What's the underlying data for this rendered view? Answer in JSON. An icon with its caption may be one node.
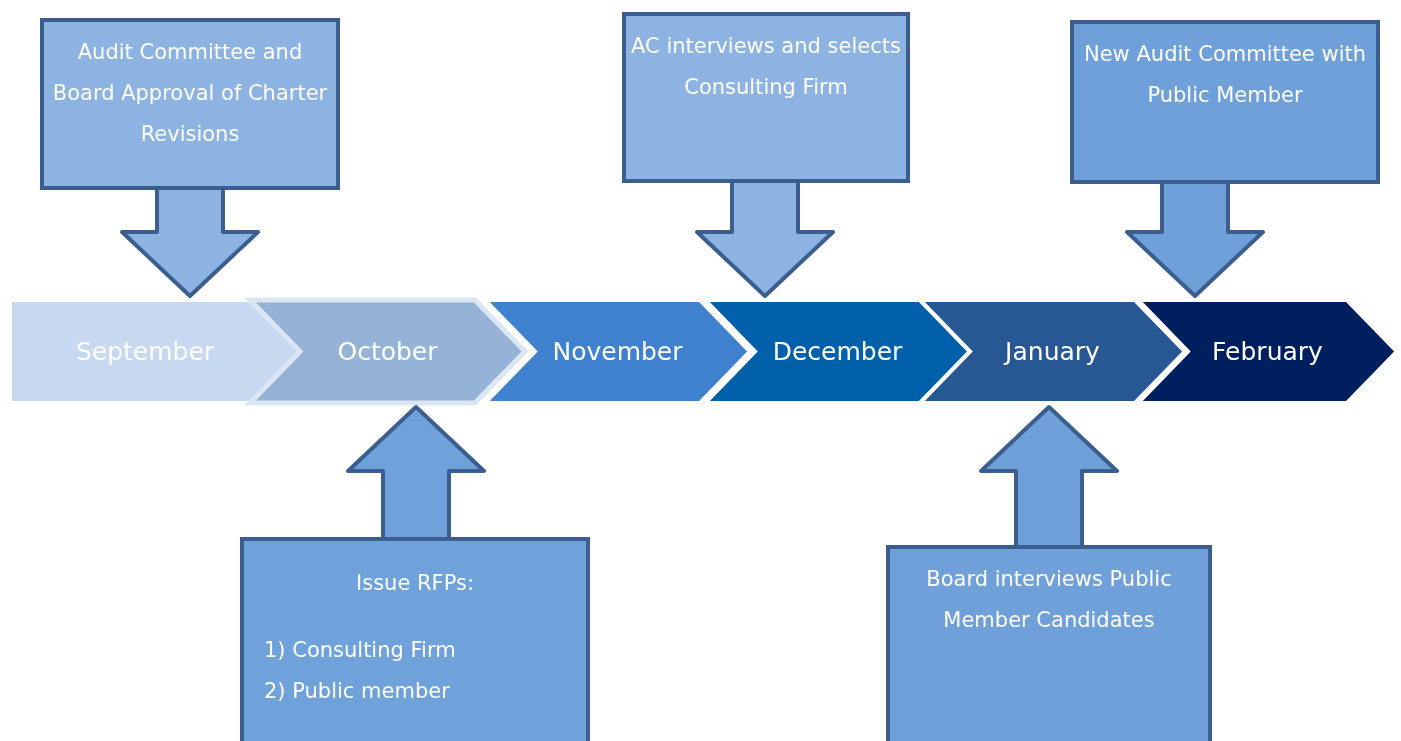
{
  "diagram": {
    "nodes": [
      {
        "text": [
          "Audit Committee and Board Approval of Charter Revisions"
        ]
      },
      {
        "text": [
          "AC interviews and selects Consulting Firm"
        ]
      },
      {
        "text": [
          "New Audit Committee with Public Member"
        ]
      },
      {
        "text": [
          "September"
        ]
      },
      {
        "text": [
          "October"
        ]
      },
      {
        "text": [
          "November"
        ]
      },
      {
        "text": [
          "December"
        ]
      },
      {
        "text": [
          "January"
        ]
      },
      {
        "text": [
          "February"
        ]
      },
      {
        "text": [
          "Issue RFPs:",
          "1) Consulting Firm",
          "2) Public member"
        ]
      },
      {
        "text": [
          "Board interviews Public Member Candidates"
        ]
      }
    ],
    "edges": [
      {
        "from": 0,
        "to": 3,
        "arrow": "to"
      },
      {
        "from": 1,
        "to": 6,
        "arrow": "to"
      },
      {
        "from": 2,
        "to": 8,
        "arrow": "to"
      },
      {
        "from": 9,
        "to": 4,
        "arrow": "to"
      },
      {
        "from": 10,
        "to": 7,
        "arrow": "to"
      }
    ]
  }
}
